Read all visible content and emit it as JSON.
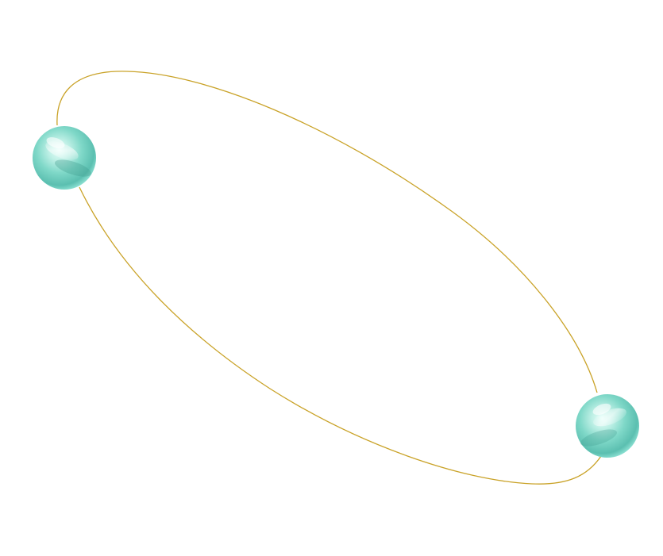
{
  "diagram": {
    "type": "orbit",
    "bodies": [
      "sphere",
      "sphere"
    ],
    "colors": {
      "background": "#ffffff",
      "orbit_path": "#c9a227",
      "sphere_base": "#7fd8c8",
      "sphere_highlight": "#e8fffa",
      "sphere_shadow": "#3f9c8d"
    }
  }
}
